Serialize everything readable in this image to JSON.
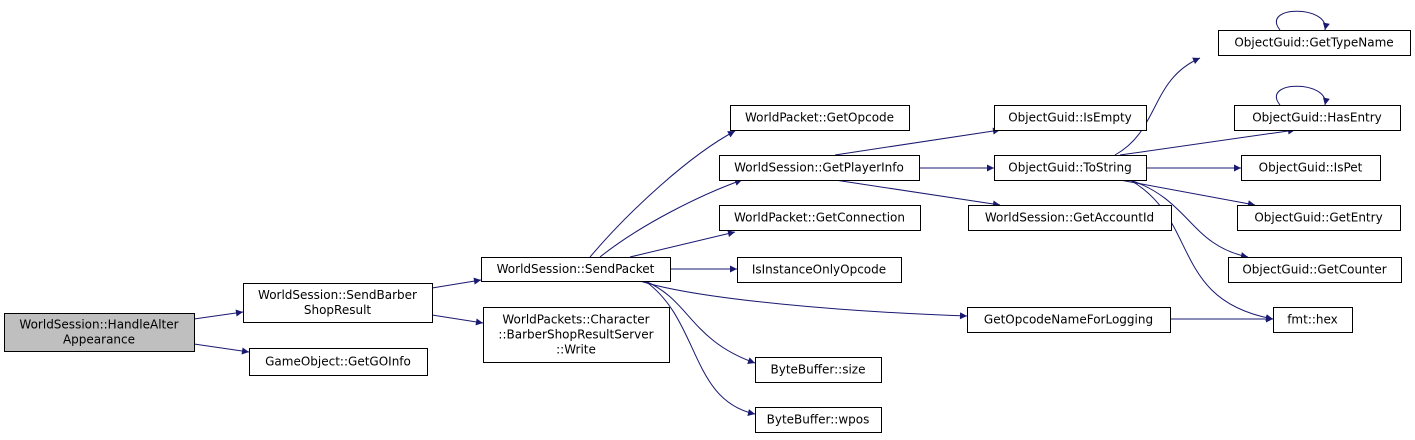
{
  "nodes": {
    "handle_alter": [
      "WorldSession::HandleAlter",
      "Appearance"
    ],
    "send_barber": [
      "WorldSession::SendBarber",
      "ShopResult"
    ],
    "get_go_info": [
      "GameObject::GetGOInfo"
    ],
    "send_packet": [
      "WorldSession::SendPacket"
    ],
    "barber_write": [
      "WorldPackets::Character",
      "::BarberShopResultServer",
      "::Write"
    ],
    "get_opcode": [
      "WorldPacket::GetOpcode"
    ],
    "get_player_info": [
      "WorldSession::GetPlayerInfo"
    ],
    "get_connection": [
      "WorldPacket::GetConnection"
    ],
    "is_instance_only": [
      "IsInstanceOnlyOpcode"
    ],
    "bb_size": [
      "ByteBuffer::size"
    ],
    "bb_wpos": [
      "ByteBuffer::wpos"
    ],
    "is_empty": [
      "ObjectGuid::IsEmpty"
    ],
    "to_string": [
      "ObjectGuid::ToString"
    ],
    "get_account_id": [
      "WorldSession::GetAccountId"
    ],
    "get_opcode_name": [
      "GetOpcodeNameForLogging"
    ],
    "get_type_name": [
      "ObjectGuid::GetTypeName"
    ],
    "has_entry": [
      "ObjectGuid::HasEntry"
    ],
    "is_pet": [
      "ObjectGuid::IsPet"
    ],
    "get_entry": [
      "ObjectGuid::GetEntry"
    ],
    "get_counter": [
      "ObjectGuid::GetCounter"
    ],
    "fmt_hex": [
      "fmt::hex"
    ]
  },
  "colors": {
    "edge": "#191970",
    "root_fill": "#bfbfbf"
  }
}
